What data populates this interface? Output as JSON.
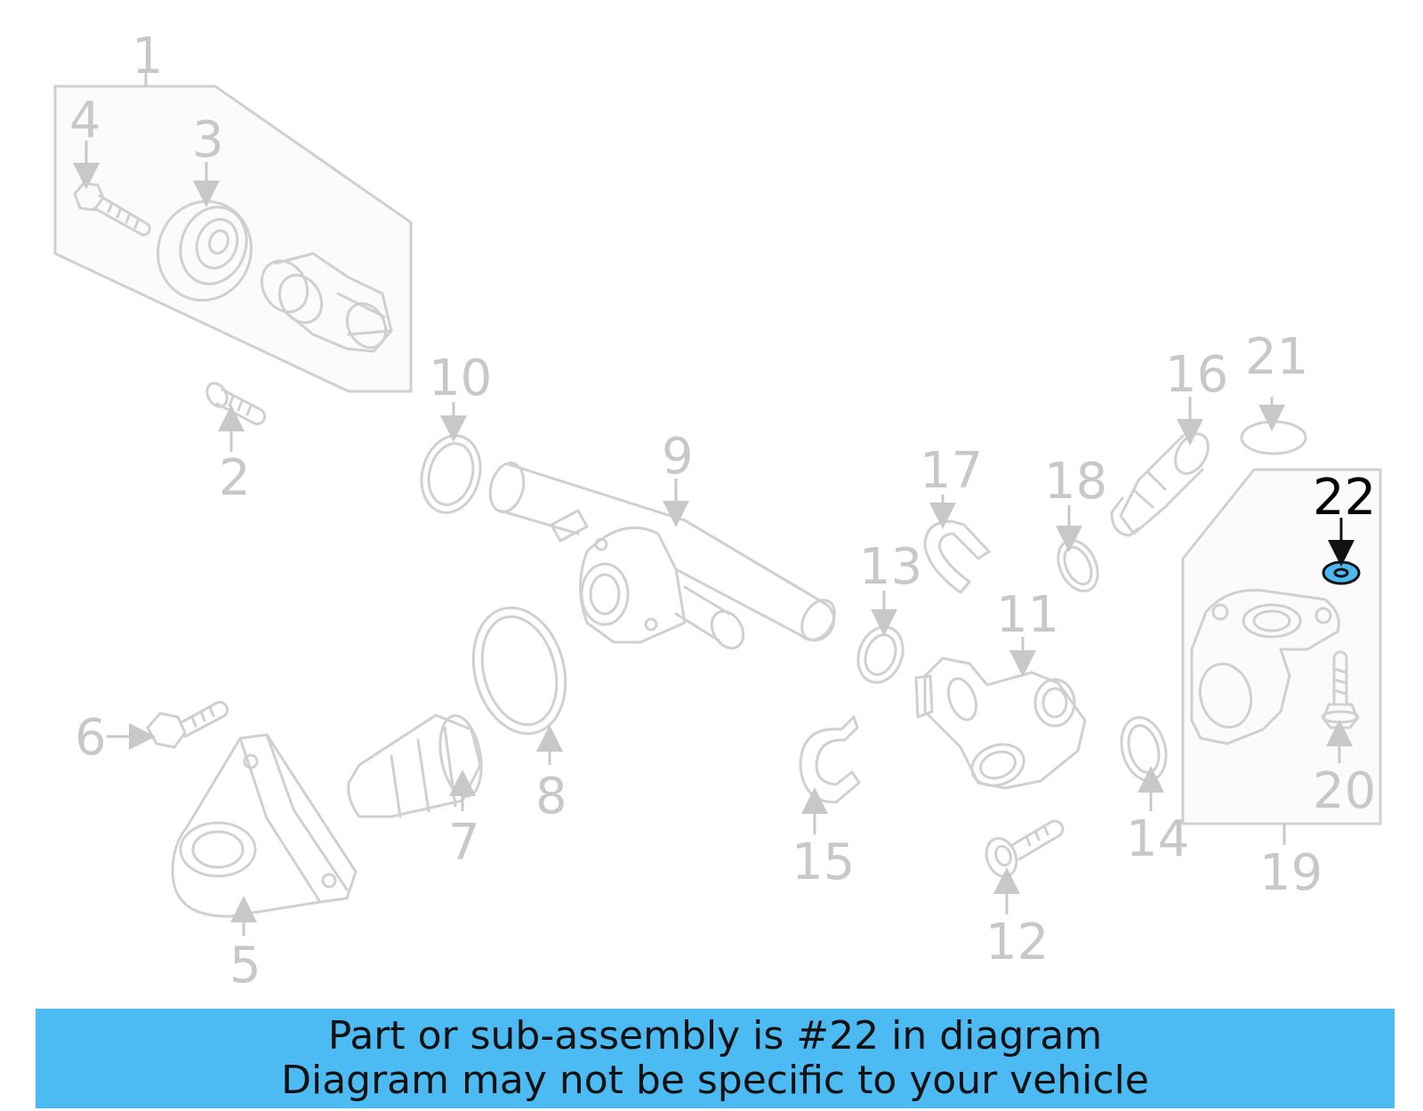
{
  "diagram": {
    "callouts": [
      "1",
      "2",
      "3",
      "4",
      "5",
      "6",
      "7",
      "8",
      "9",
      "10",
      "11",
      "12",
      "13",
      "14",
      "15",
      "16",
      "17",
      "18",
      "19",
      "20",
      "21",
      "22"
    ],
    "highlighted": "22",
    "highlight_color": "#4cb8ef"
  },
  "banner": {
    "line1": "Part or sub-assembly is #22 in diagram",
    "line2": "Diagram may not be specific to your vehicle",
    "background": "#4cbbf3"
  }
}
